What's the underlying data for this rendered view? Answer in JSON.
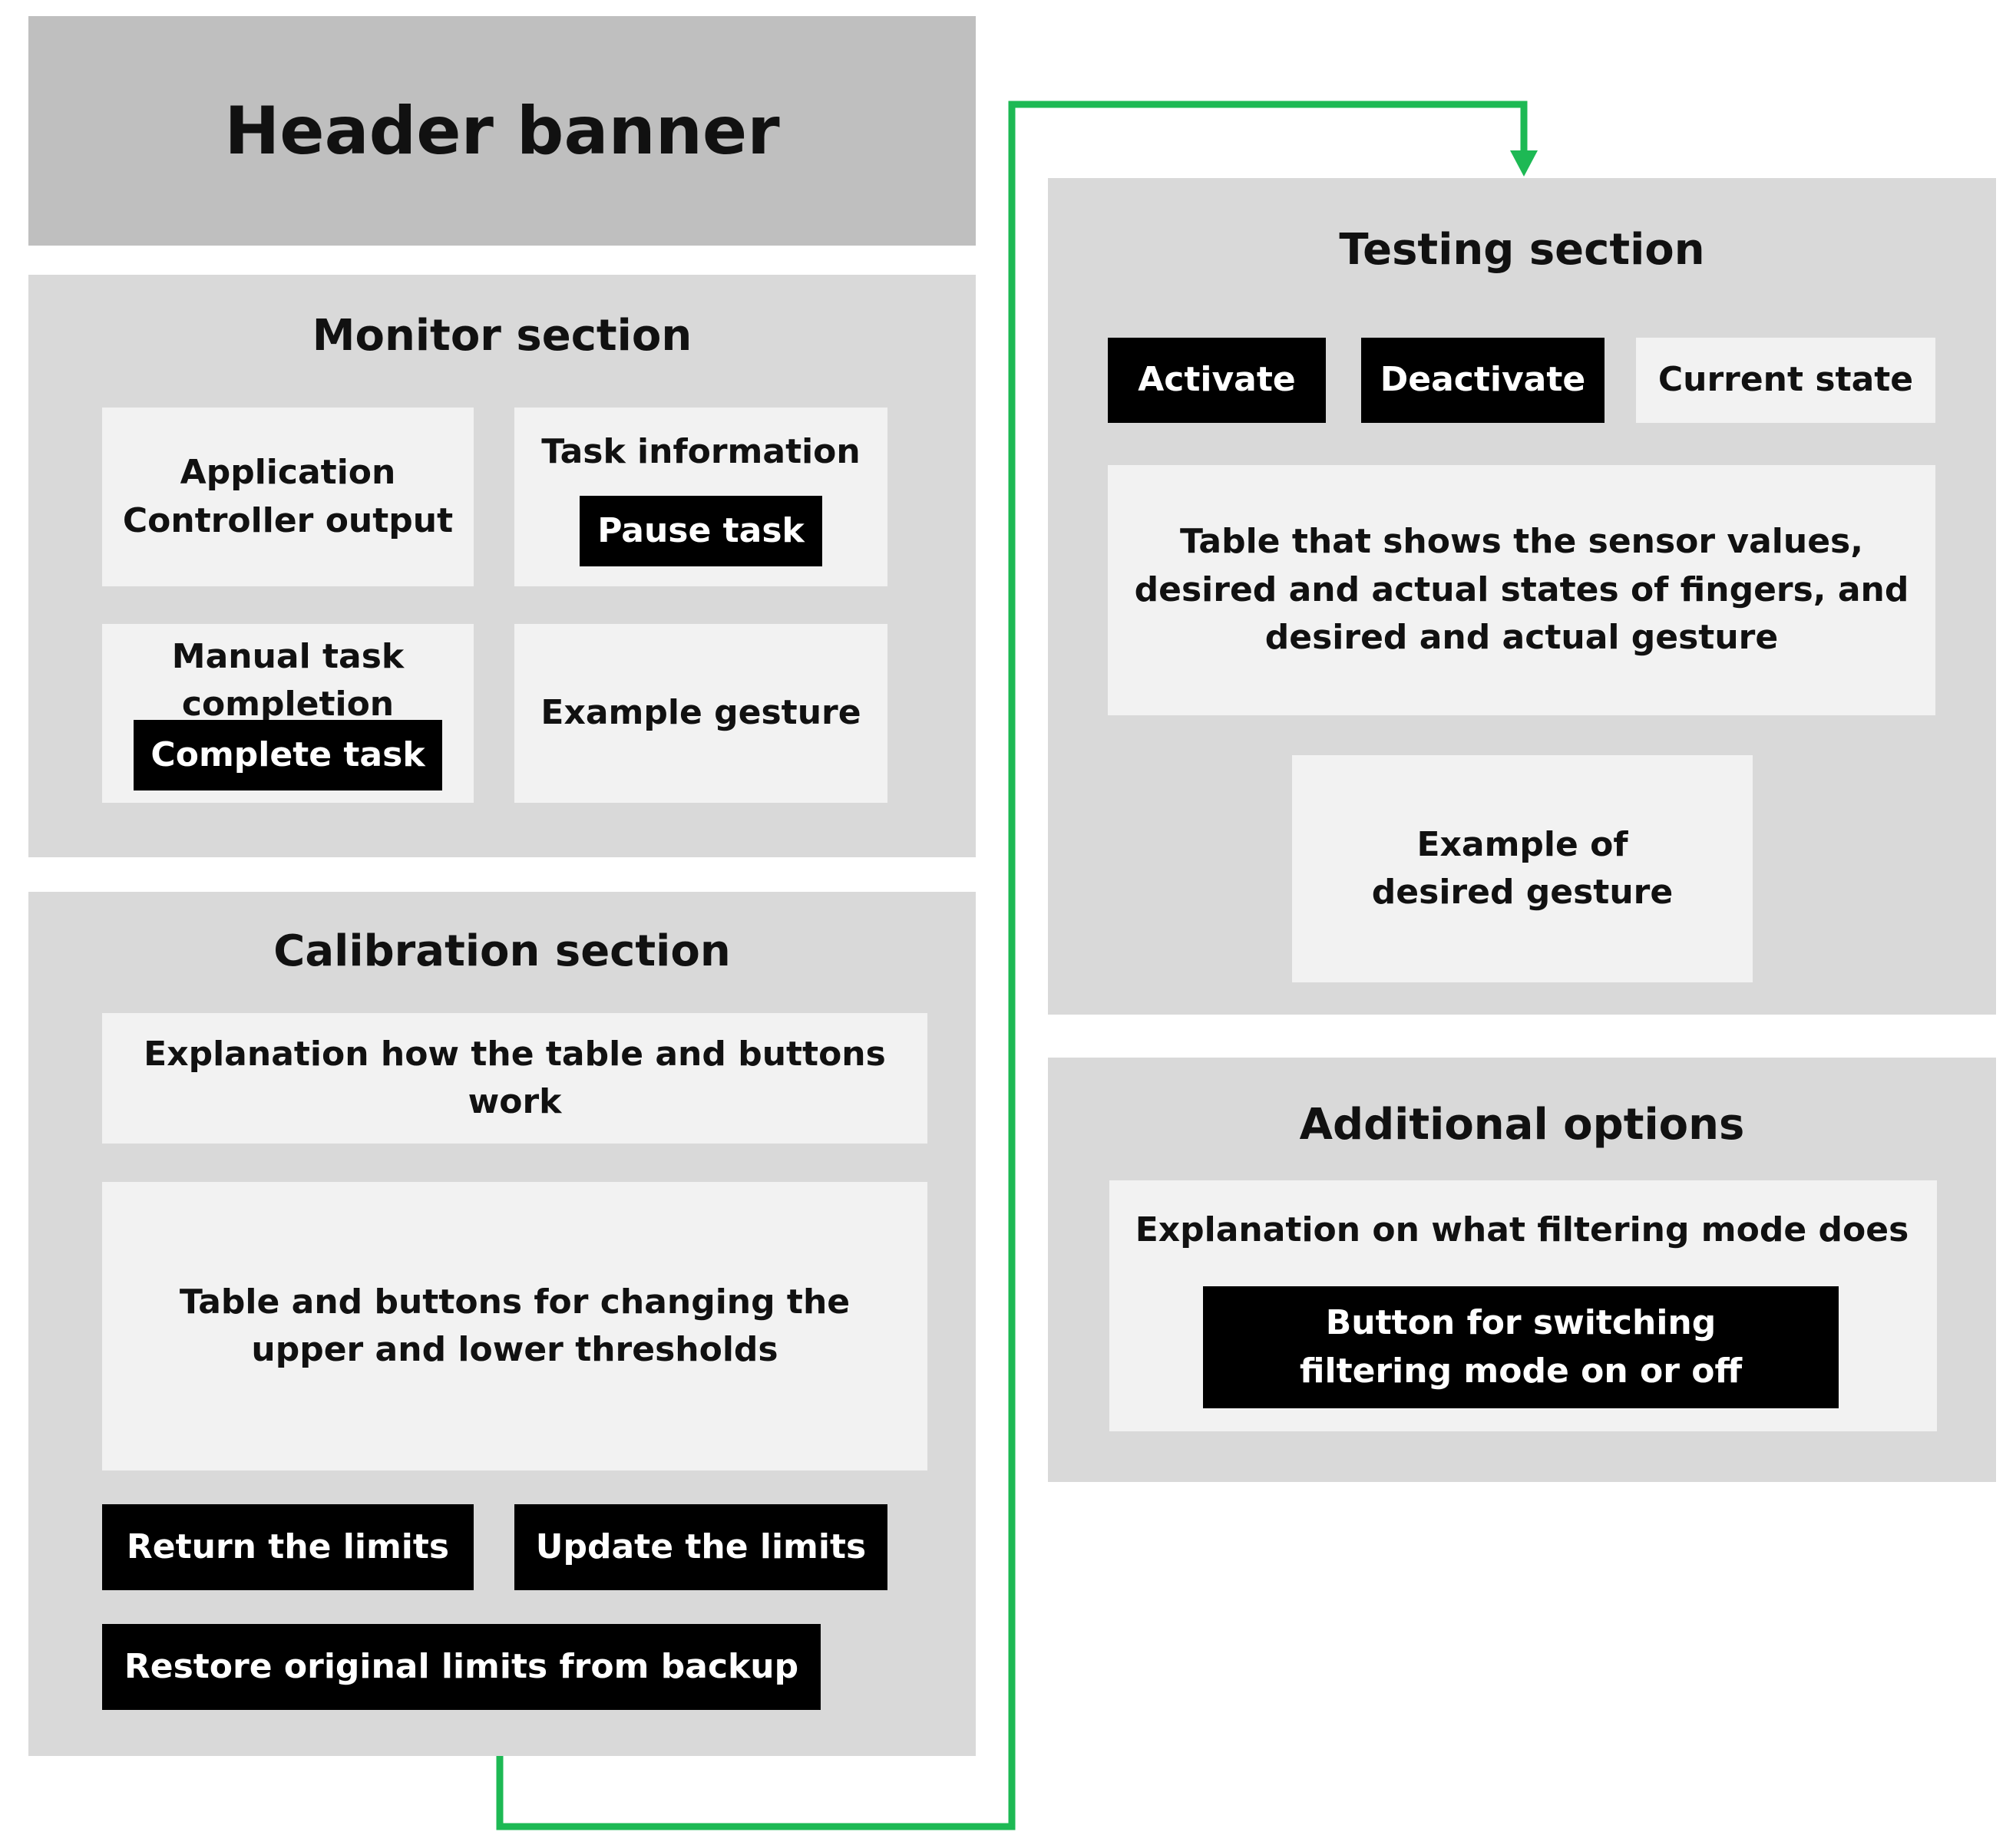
{
  "header": {
    "title": "Header banner"
  },
  "monitor": {
    "title": "Monitor section",
    "app_output": "Application Controller output",
    "task_info": "Task information",
    "pause_button": "Pause task",
    "manual_completion": "Manual task completion",
    "complete_button": "Complete task",
    "example_gesture": "Example gesture"
  },
  "calibration": {
    "title": "Calibration section",
    "explanation": "Explanation how the table and buttons work",
    "table": "Table and buttons for changing the upper and lower thresholds",
    "return_button": "Return the limits",
    "update_button": "Update the limits",
    "restore_button": "Restore original limits from backup"
  },
  "testing": {
    "title": "Testing section",
    "activate_button": "Activate",
    "deactivate_button": "Deactivate",
    "current_state": "Current state",
    "table": "Table that shows the sensor values, desired and actual states of fingers, and desired and actual gesture",
    "desired_gesture": "Example of desired gesture"
  },
  "additional": {
    "title": "Additional options",
    "explanation": "Explanation on what filtering mode does",
    "filter_button": "Button for switching filtering mode on or off"
  },
  "colors": {
    "connector": "#1db954",
    "panel": "#d9d9d9",
    "header": "#bfbfbf",
    "box": "#f2f2f2",
    "button": "#000000"
  }
}
